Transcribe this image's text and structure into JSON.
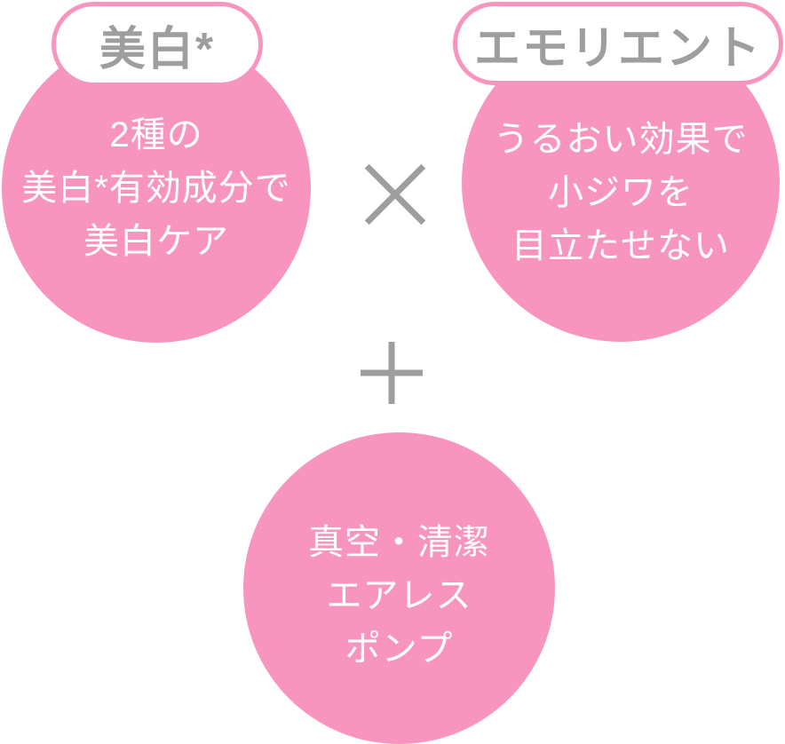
{
  "colors": {
    "circle_pink": "#F795BF",
    "pill_background": "#FFFFFF",
    "pill_border_pink": "#F795BF",
    "label_gray": "#9E9E9E",
    "operator_gray": "#9E9E9E",
    "circle_text_white": "#FFFFFF"
  },
  "left_circle": {
    "label": "美白*",
    "lines": [
      "2種の",
      "美白*有効成分で",
      "美白ケア"
    ]
  },
  "right_circle": {
    "label": "エモリエント",
    "lines": [
      "うるおい効果で",
      "小ジワを",
      "目立たせない"
    ]
  },
  "bottom_circle": {
    "lines": [
      "真空・清潔",
      "エアレス",
      "ポンプ"
    ]
  },
  "operators": {
    "multiply": "×",
    "plus": "＋"
  }
}
